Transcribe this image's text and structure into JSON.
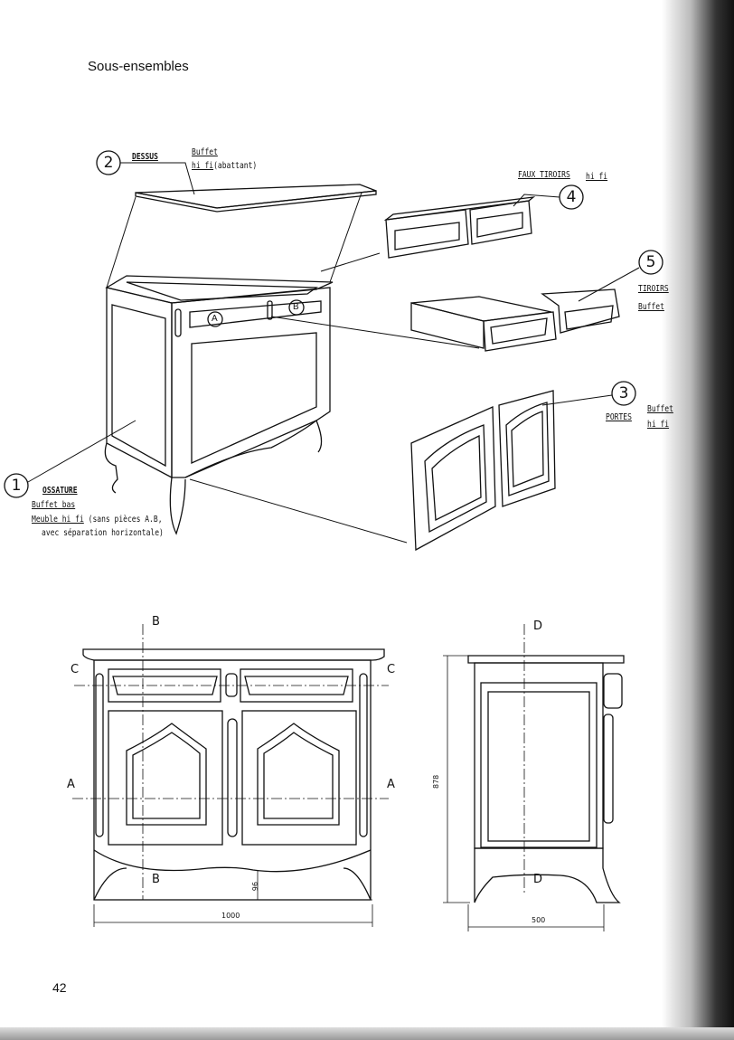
{
  "page": {
    "title": "Sous-ensembles",
    "page_number": "42"
  },
  "exploded": {
    "callouts": {
      "one": "1",
      "two": "2",
      "three": "3",
      "four": "4",
      "five": "5",
      "a": "A",
      "b": "B"
    },
    "dessus": {
      "name": "DESSUS",
      "line1": "Buffet",
      "line2": "hi fi",
      "line2_note": "(abattant)"
    },
    "faux_tiroirs": {
      "name": "FAUX TIROIRS",
      "note": "hi fi"
    },
    "tiroirs": {
      "name": "TIROIRS",
      "line1": "Buffet"
    },
    "portes": {
      "name": "PORTES",
      "line1": "Buffet",
      "line2": "hi fi"
    },
    "ossature": {
      "name": "OSSATURE",
      "line1": "Buffet bas",
      "line2": "Meuble hi fi",
      "line2_note": "(sans pièces A.B,",
      "line3": "avec séparation horizontale)"
    }
  },
  "front_view": {
    "section_b": "B",
    "section_c": "C",
    "section_a": "A",
    "width_dim": "1000",
    "foot_dim": "96"
  },
  "side_view": {
    "section_d": "D",
    "height_dim": "878",
    "depth_dim": "500"
  },
  "colors": {
    "ink": "#111111",
    "paper": "#ffffff"
  }
}
